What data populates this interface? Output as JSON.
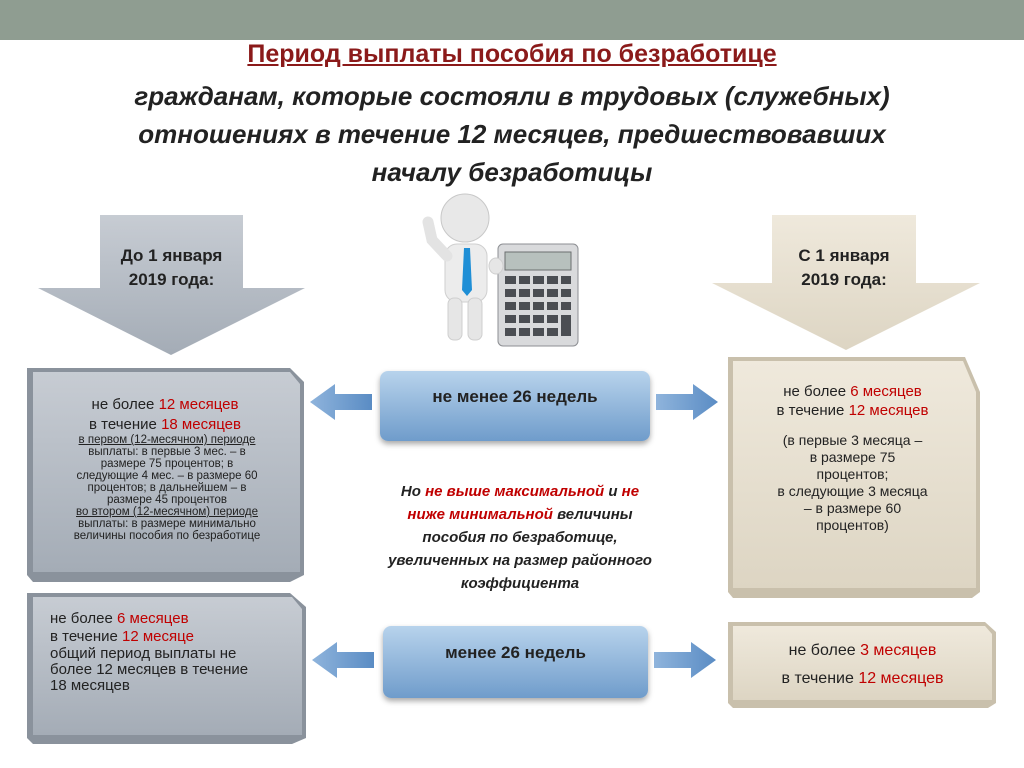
{
  "title": {
    "line1": "Период выплаты пособия по безработице",
    "line2": "гражданам, которые состояли в трудовых (служебных)",
    "line3": "отношениях в течение 12 месяцев, предшествовавших",
    "line4": "началу безработицы"
  },
  "left_arrow": {
    "line1": "До 1 января",
    "line2": "2019 года:"
  },
  "right_arrow": {
    "line1": "С 1 января",
    "line2": "2019 года:"
  },
  "left_box1": {
    "a1": "не более ",
    "a2": "12 месяцев",
    "b1": "в течение ",
    "b2": "18 месяцев",
    "detail": [
      "в первом (12-месячном) периоде",
      "выплаты: в первые 3 мес. – в",
      "размере 75 процентов; в",
      "следующие 4 мес. – в размере 60",
      "процентов; в дальнейшем – в",
      "размере 45 процентов",
      "во втором (12-месячном) периоде",
      "выплаты: в размере минимально",
      "величины пособия по безработице"
    ]
  },
  "left_box2": {
    "a1": "не более ",
    "a2": "6 месяцев",
    "b1": "в течение ",
    "b2": "12 месяце",
    "c1": "общий  период  выплаты  не",
    "c2": "более 12 месяцев в течение",
    "c3": "18 месяцев"
  },
  "pill1": "не менее 26 недель",
  "pill2": "менее 26 недель",
  "center_note": {
    "p1": "Но ",
    "p2": "не выше максимальной",
    "p3": " и ",
    "p4": "не",
    "p5": "ниже минимальной",
    "p6": " величины",
    "l3": "пособия по безработице,",
    "l4": "увеличенных на размер районного",
    "l5": "коэффициента"
  },
  "right_box1": {
    "a1": "не более ",
    "a2": "6 месяцев",
    "b1": "в течение ",
    "b2": "12 месяцев",
    "lines": [
      "(в первые 3 месяца –",
      "в размере 75",
      "процентов;",
      "в следующие 3 месяца",
      "– в размере 60",
      "процентов)"
    ]
  },
  "right_box2": {
    "a1": "не более ",
    "a2": "3 месяцев",
    "b1": "в течение  ",
    "b2": "12 месяцев"
  },
  "colors": {
    "accent_red": "#c00000",
    "title_red": "#8b1a1a",
    "pill_blue": "#6f9ccb",
    "topbar": "#8f9d91"
  }
}
